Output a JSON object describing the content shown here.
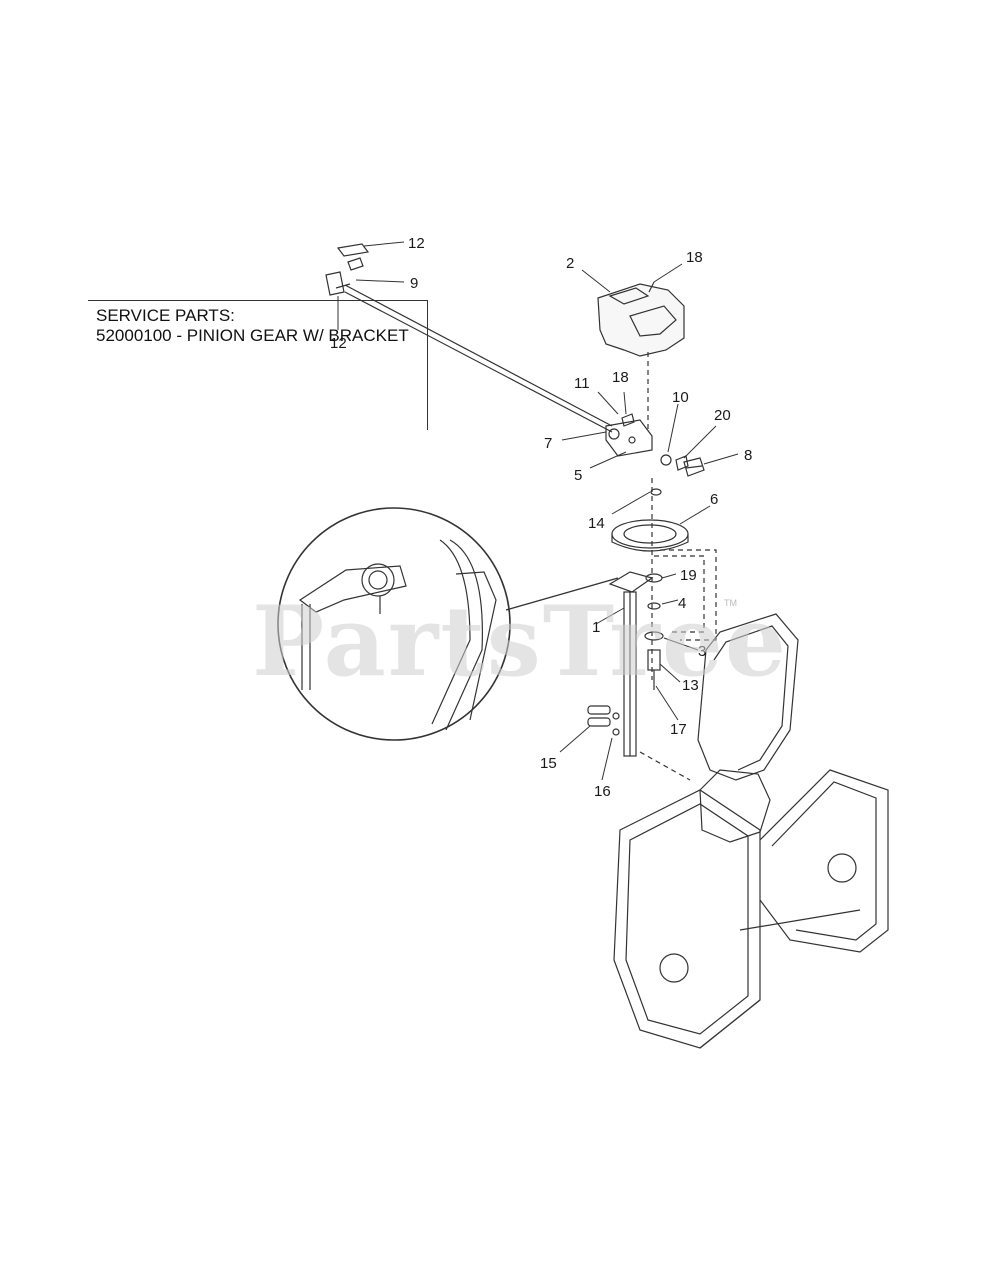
{
  "service_parts": {
    "heading": "SERVICE PARTS:",
    "line": "52000100 - PINION GEAR W/ BRACKET"
  },
  "watermark": {
    "text": "PartsTree",
    "mark": "TM"
  },
  "callouts": {
    "c1": "1",
    "c2": "2",
    "c3": "3",
    "c4": "4",
    "c5": "5",
    "c6": "6",
    "c7": "7",
    "c8": "8",
    "c9": "9",
    "c10": "10",
    "c11": "11",
    "c12a": "12",
    "c12b": "12",
    "c13": "13",
    "c14": "14",
    "c15": "15",
    "c16": "16",
    "c17": "17",
    "c18a": "18",
    "c18b": "18",
    "c19": "19",
    "c20": "20"
  },
  "colors": {
    "line": "#333333",
    "watermark": "#cfcfcf",
    "part_fill": "#f7f7f7"
  }
}
